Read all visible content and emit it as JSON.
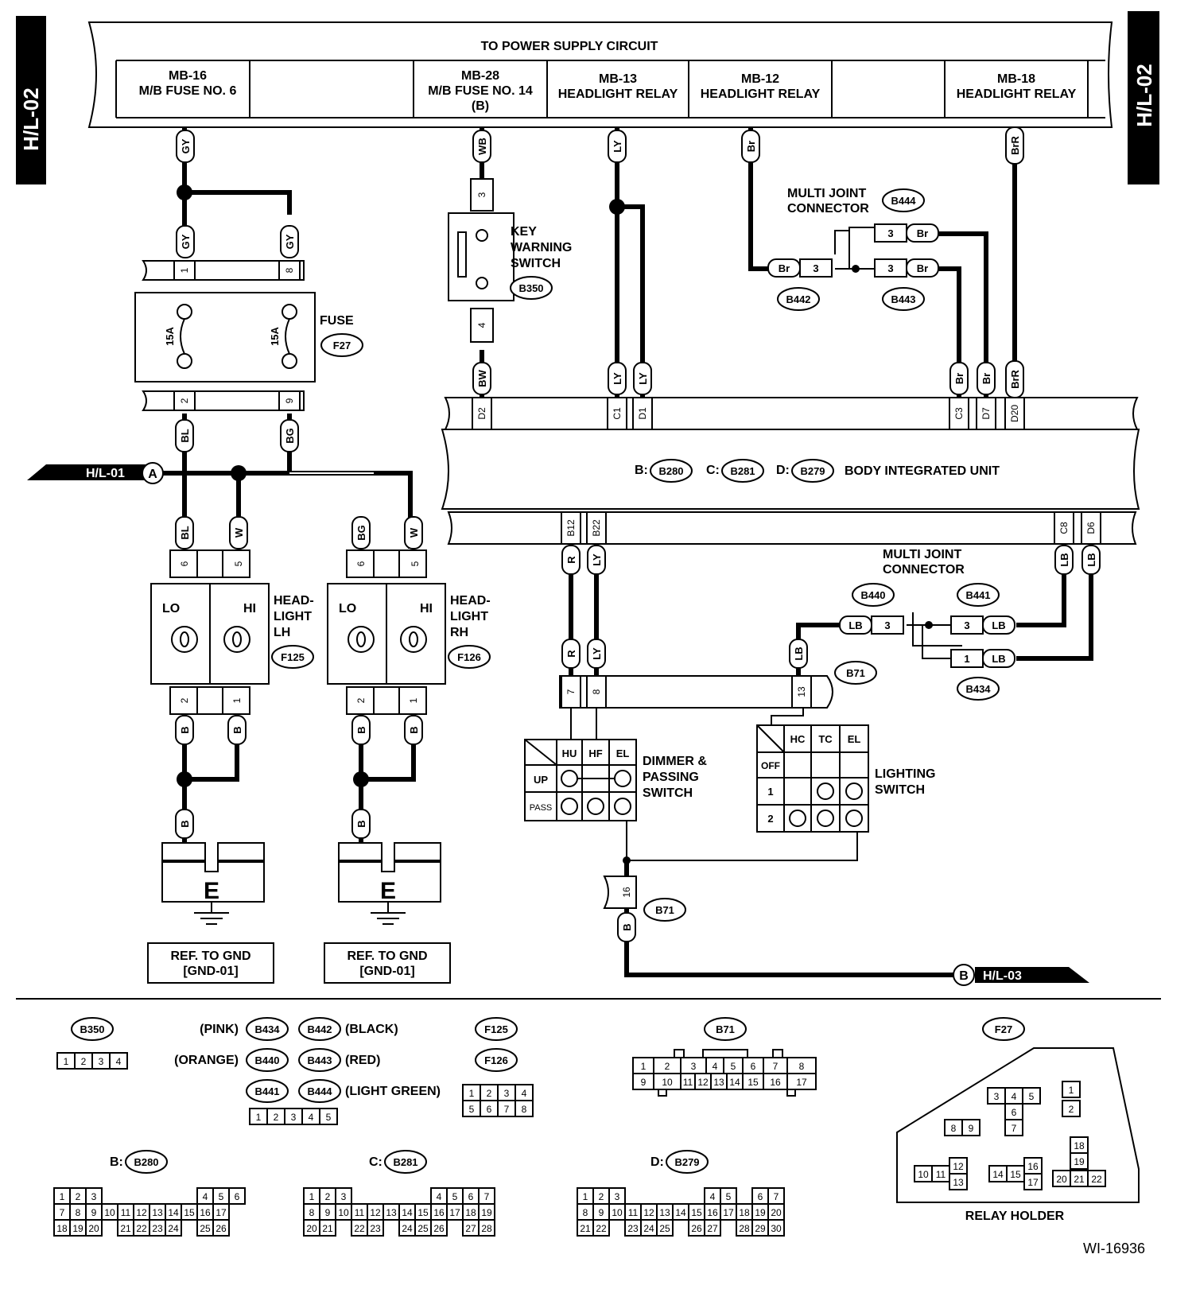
{
  "page_tag": "H/L-02",
  "figure_id": "WI-16936",
  "power_bar": {
    "title": "TO POWER SUPPLY CIRCUIT",
    "cells": [
      {
        "line1": "MB-16",
        "line2": "M/B FUSE NO. 6",
        "line3": ""
      },
      {
        "line1": "MB-28",
        "line2": "M/B FUSE NO. 14",
        "line3": "(B)"
      },
      {
        "line1": "MB-13",
        "line2": "HEADLIGHT RELAY",
        "line3": ""
      },
      {
        "line1": "MB-12",
        "line2": "HEADLIGHT RELAY",
        "line3": ""
      },
      {
        "line1": "MB-18",
        "line2": "HEADLIGHT RELAY",
        "line3": ""
      }
    ]
  },
  "wire_colors": [
    "GY",
    "WB",
    "LY",
    "Br",
    "BrR",
    "BL",
    "BG",
    "W",
    "BW",
    "R",
    "LB",
    "B"
  ],
  "fuse": {
    "label": "FUSE",
    "id": "F27",
    "rating": "15A",
    "pins": [
      "1",
      "8",
      "2",
      "9"
    ]
  },
  "key_switch": {
    "line1": "KEY",
    "line2": "WARNING",
    "line3": "SWITCH",
    "id": "B350",
    "pins": [
      "3",
      "4"
    ]
  },
  "multi_joint_top": {
    "line1": "MULTI JOINT",
    "line2": "CONNECTOR",
    "ids": [
      "B444",
      "B442",
      "B443"
    ],
    "pin": "3"
  },
  "body_unit": {
    "title": "BODY INTEGRATED UNIT",
    "prefixes": [
      "B:",
      "C:",
      "D:"
    ],
    "ids": [
      "B280",
      "B281",
      "B279"
    ],
    "top_pins": [
      "D2",
      "C1",
      "D1",
      "C3",
      "D7",
      "D20"
    ],
    "bottom_pins": [
      "B12",
      "B22",
      "C8",
      "D6"
    ]
  },
  "offpage": {
    "a_label": "H/L-01",
    "a_letter": "A",
    "b_label": "H/L-03",
    "b_letter": "B"
  },
  "headlight_lh": {
    "line1": "HEAD-",
    "line2": "LIGHT",
    "line3": "LH",
    "id": "F125",
    "lo": "LO",
    "hi": "HI",
    "pins": [
      "6",
      "5",
      "2",
      "1"
    ]
  },
  "headlight_rh": {
    "line1": "HEAD-",
    "line2": "LIGHT",
    "line3": "RH",
    "id": "F126",
    "lo": "LO",
    "hi": "HI",
    "pins": [
      "6",
      "5",
      "2",
      "1"
    ]
  },
  "multi_joint_bottom": {
    "line1": "MULTI JOINT",
    "line2": "CONNECTOR",
    "ids": [
      "B440",
      "B441",
      "B434"
    ],
    "pins": [
      "3",
      "3",
      "1"
    ]
  },
  "b71": {
    "id": "B71",
    "pins": [
      "7",
      "8",
      "13",
      "16"
    ]
  },
  "dimmer": {
    "line1": "DIMMER &",
    "line2": "PASSING",
    "line3": "SWITCH",
    "cols": [
      "HU",
      "HF",
      "EL"
    ],
    "rows": [
      "UP",
      "PASS"
    ]
  },
  "lighting": {
    "line1": "LIGHTING",
    "line2": "SWITCH",
    "cols": [
      "HC",
      "TC",
      "EL"
    ],
    "rows": [
      "OFF",
      "1",
      "2"
    ]
  },
  "ground": {
    "letter": "E",
    "ref1": "REF. TO GND",
    "ref2": "[GND-01]"
  },
  "legend": {
    "pink": "(PINK)",
    "orange": "(ORANGE)",
    "black": "(BLACK)",
    "red": "(RED)",
    "light_green": "(LIGHT GREEN)",
    "relay_holder": "RELAY HOLDER",
    "b_prefix": "B:",
    "c_prefix": "C:",
    "d_prefix": "D:"
  }
}
